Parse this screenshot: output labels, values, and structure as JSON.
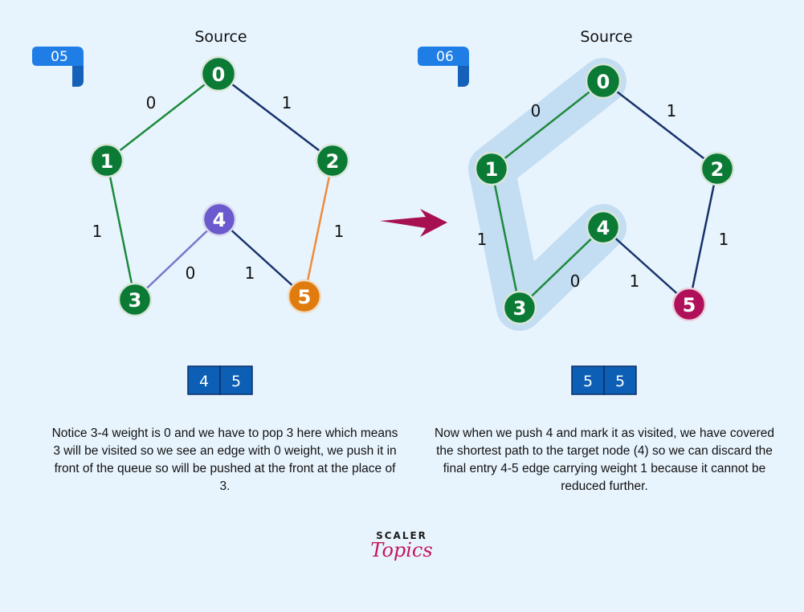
{
  "colors": {
    "background": "#e8f4fd",
    "node_green": "#0a7a35",
    "node_purple": "#6a5acd",
    "node_orange": "#e07c0e",
    "node_crimson": "#b0105a",
    "edge_navy": "#16326b",
    "edge_green": "#1c8a3b",
    "edge_lavender": "#7b77c9",
    "edge_orange": "#ef8b3d",
    "highlight": "#c3ddf2",
    "queue_blue": "#0d5fb5",
    "arrow": "#a8114f",
    "badge_blue": "#1e7ee6"
  },
  "panels": [
    {
      "step": "05",
      "source_label": "Source",
      "nodes": [
        {
          "id": "0",
          "label": "0",
          "color": "green"
        },
        {
          "id": "1",
          "label": "1",
          "color": "green"
        },
        {
          "id": "2",
          "label": "2",
          "color": "green"
        },
        {
          "id": "3",
          "label": "3",
          "color": "green"
        },
        {
          "id": "4",
          "label": "4",
          "color": "purple"
        },
        {
          "id": "5",
          "label": "5",
          "color": "orange"
        }
      ],
      "edges": [
        {
          "from": "0",
          "to": "1",
          "weight": "0",
          "color": "green"
        },
        {
          "from": "0",
          "to": "2",
          "weight": "1",
          "color": "navy"
        },
        {
          "from": "1",
          "to": "3",
          "weight": "1",
          "color": "green"
        },
        {
          "from": "2",
          "to": "5",
          "weight": "1",
          "color": "orange"
        },
        {
          "from": "4",
          "to": "3",
          "weight": "0",
          "color": "lavender"
        },
        {
          "from": "4",
          "to": "5",
          "weight": "1",
          "color": "navy"
        }
      ],
      "queue": [
        "4",
        "5"
      ],
      "caption": "Notice 3-4 weight is 0 and we have to pop 3 here which means 3 will be visited so we see an edge with 0 weight, we push it in front of the queue so will be pushed at the front at the place of 3."
    },
    {
      "step": "06",
      "source_label": "Source",
      "nodes": [
        {
          "id": "0",
          "label": "0",
          "color": "green"
        },
        {
          "id": "1",
          "label": "1",
          "color": "green"
        },
        {
          "id": "2",
          "label": "2",
          "color": "green"
        },
        {
          "id": "3",
          "label": "3",
          "color": "green"
        },
        {
          "id": "4",
          "label": "4",
          "color": "green"
        },
        {
          "id": "5",
          "label": "5",
          "color": "crimson"
        }
      ],
      "edges": [
        {
          "from": "0",
          "to": "1",
          "weight": "0",
          "color": "green"
        },
        {
          "from": "0",
          "to": "2",
          "weight": "1",
          "color": "navy"
        },
        {
          "from": "1",
          "to": "3",
          "weight": "1",
          "color": "green"
        },
        {
          "from": "2",
          "to": "5",
          "weight": "1",
          "color": "navy"
        },
        {
          "from": "3",
          "to": "4",
          "weight": "0",
          "color": "green"
        },
        {
          "from": "4",
          "to": "5",
          "weight": "1",
          "color": "navy"
        }
      ],
      "highlight_path": [
        "0",
        "1",
        "3",
        "4"
      ],
      "queue": [
        "5",
        "5"
      ],
      "caption": "Now when we push 4 and mark it as visited, we have covered the shortest path to the target node (4) so we can discard the final entry 4-5 edge carrying weight 1 because it cannot be reduced further."
    }
  ],
  "brand": {
    "line1": "SCALER",
    "line2": "Topics"
  }
}
